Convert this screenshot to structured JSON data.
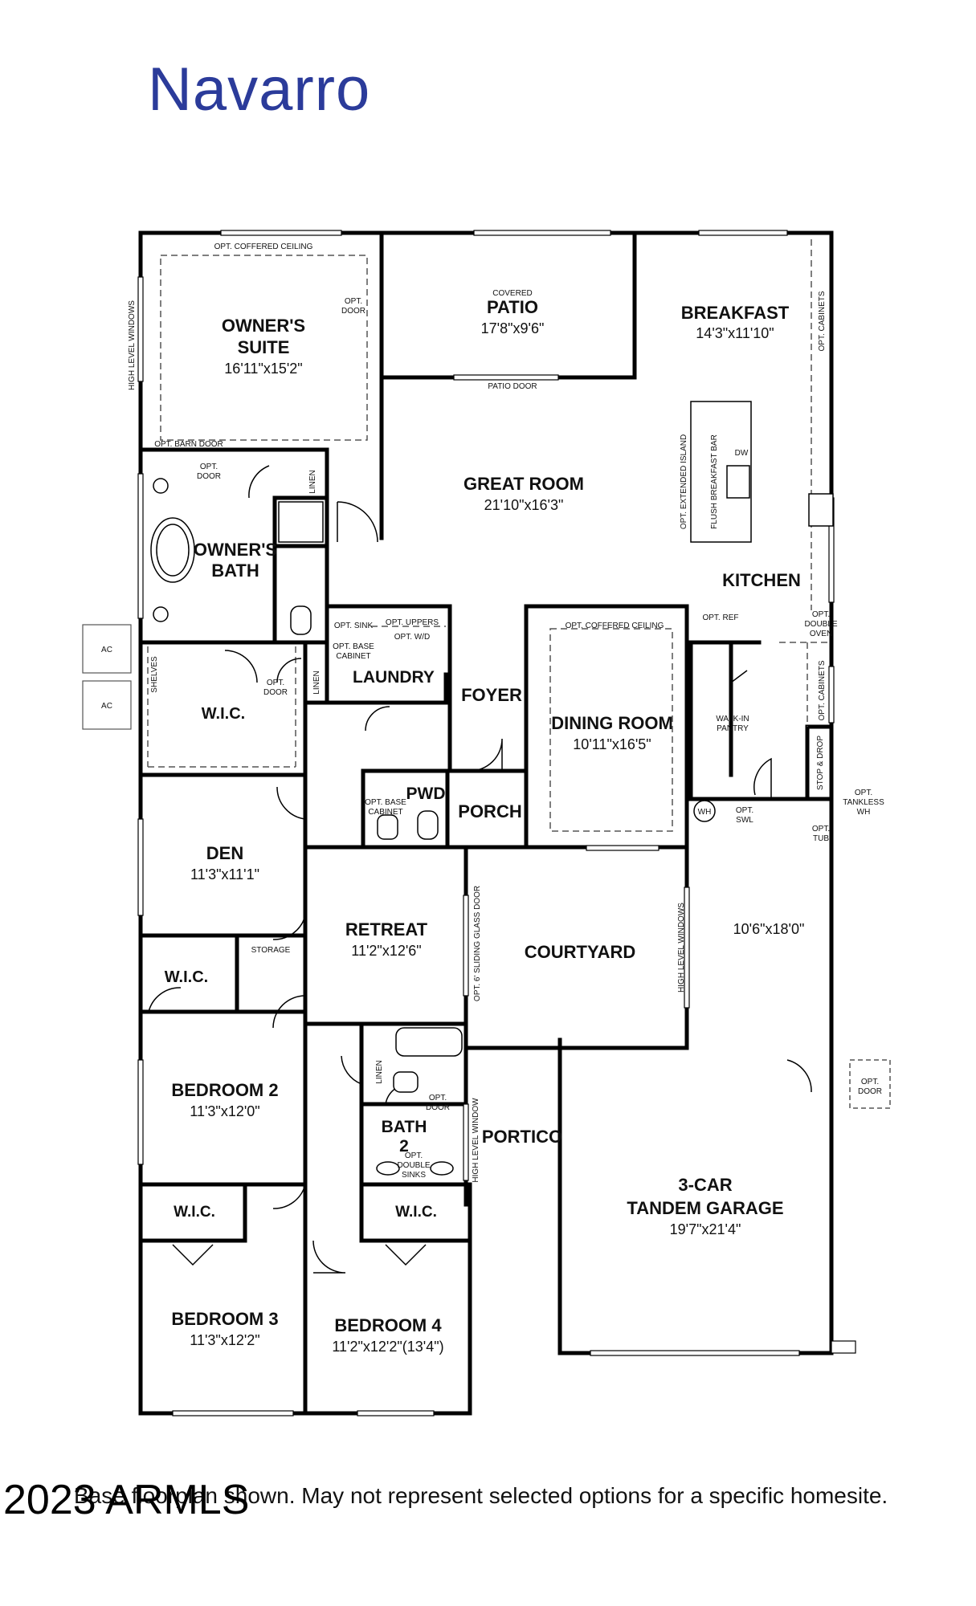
{
  "plan": {
    "title": "Navarro",
    "footer_note": "Base floorplan shown. May not represent selected options for a specific homesite.",
    "watermark": "2023 ARMLS"
  },
  "rooms": {
    "owners_suite": {
      "l1": "OWNER'S",
      "l2": "SUITE",
      "dim": "16'11\"x15'2\""
    },
    "patio": {
      "pre": "COVERED",
      "name": "PATIO",
      "dim": "17'8\"x9'6\""
    },
    "breakfast": {
      "name": "BREAKFAST",
      "dim": "14'3\"x11'10\""
    },
    "great_room": {
      "name": "GREAT ROOM",
      "dim": "21'10\"x16'3\""
    },
    "kitchen": {
      "name": "KITCHEN"
    },
    "owners_bath": {
      "l1": "OWNER'S",
      "l2": "BATH"
    },
    "laundry": {
      "name": "LAUNDRY"
    },
    "foyer": {
      "name": "FOYER"
    },
    "dining_room": {
      "name": "DINING ROOM",
      "dim": "10'11\"x16'5\""
    },
    "owner_wic": {
      "name": "W.I.C."
    },
    "pwd": {
      "name": "PWD"
    },
    "porch": {
      "name": "PORCH"
    },
    "den": {
      "name": "DEN",
      "dim": "11'3\"x11'1\""
    },
    "retreat": {
      "name": "RETREAT",
      "dim": "11'2\"x12'6\""
    },
    "courtyard": {
      "name": "COURTYARD"
    },
    "garage_extra": {
      "dim": "10'6\"x18'0\""
    },
    "wic2": {
      "name": "W.I.C."
    },
    "bedroom2": {
      "name": "BEDROOM 2",
      "dim": "11'3\"x12'0\""
    },
    "bath2": {
      "l1": "BATH",
      "l2": "2"
    },
    "portico": {
      "name": "PORTICO"
    },
    "garage": {
      "l1": "3-CAR",
      "l2": "TANDEM GARAGE",
      "dim": "19'7\"x21'4\""
    },
    "wic3": {
      "name": "W.I.C."
    },
    "wic4": {
      "name": "W.I.C."
    },
    "bedroom3": {
      "name": "BEDROOM 3",
      "dim": "11'3\"x12'2\""
    },
    "bedroom4": {
      "name": "BEDROOM 4",
      "dim": "11'2\"x12'2\"(13'4\")"
    }
  },
  "notes": {
    "opt_coffered_ceiling": "OPT. COFFERED CEILING",
    "high_level_windows": "HIGH LEVEL WINDOWS",
    "opt_door": "OPT.",
    "door": "DOOR",
    "patio_door": "PATIO DOOR",
    "opt_cabinets": "OPT. CABINETS",
    "opt_extended_island": "OPT. EXTENDED ISLAND",
    "flush_breakfast_bar": "FLUSH BREAKFAST BAR",
    "dw": "DW",
    "opt_barn_door": "OPT. BARN DOOR",
    "linen": "LINEN",
    "opt_sink": "OPT. SINK",
    "opt_uppers": "OPT. UPPERS",
    "opt_wd": "OPT. W/D",
    "opt_base_cabinet_1": "OPT. BASE",
    "opt_base_cabinet_2": "CABINET",
    "opt_ref": "OPT. REF",
    "opt_double_oven_1": "OPT.",
    "opt_double_oven_2": "DOUBLE",
    "opt_double_oven_3": "OVEN",
    "shelves": "SHELVES",
    "walk_in_pantry_1": "WALK-IN",
    "walk_in_pantry_2": "PANTRY",
    "stop_drop": "STOP & DROP",
    "wh": "WH",
    "opt_swl_1": "OPT.",
    "opt_swl_2": "SWL",
    "opt_tub_1": "OPT.",
    "opt_tub_2": "TUB",
    "opt_tankless_1": "OPT.",
    "opt_tankless_2": "TANKLESS",
    "opt_tankless_3": "WH",
    "ac": "AC",
    "storage": "STORAGE",
    "opt_sliding_glass_door": "OPT. 6' SLIDING GLASS DOOR",
    "high_level_window": "HIGH LEVEL WINDOW",
    "opt_double_sinks_1": "OPT.",
    "opt_double_sinks_2": "DOUBLE",
    "opt_double_sinks_3": "SINKS"
  }
}
